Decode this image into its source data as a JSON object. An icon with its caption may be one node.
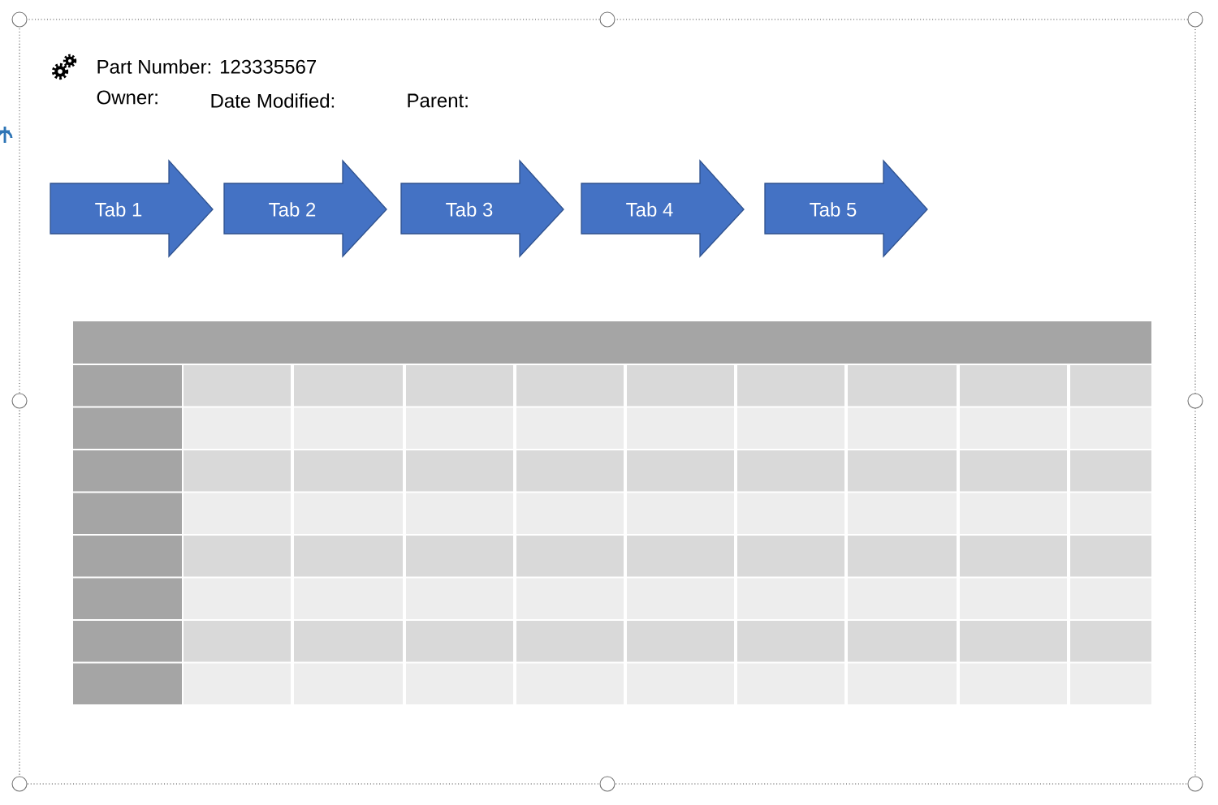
{
  "diagram": {
    "nodes": [
      {
        "text": [
          "Tab 1"
        ]
      },
      {
        "text": [
          "Tab 2"
        ]
      },
      {
        "text": [
          "Tab 3"
        ]
      },
      {
        "text": [
          "Tab 4"
        ]
      },
      {
        "text": [
          "Tab 5"
        ]
      }
    ],
    "labels": [
      "Part Number: 123335567",
      "Owner:",
      "Date Modified:",
      "Parent:"
    ]
  }
}
